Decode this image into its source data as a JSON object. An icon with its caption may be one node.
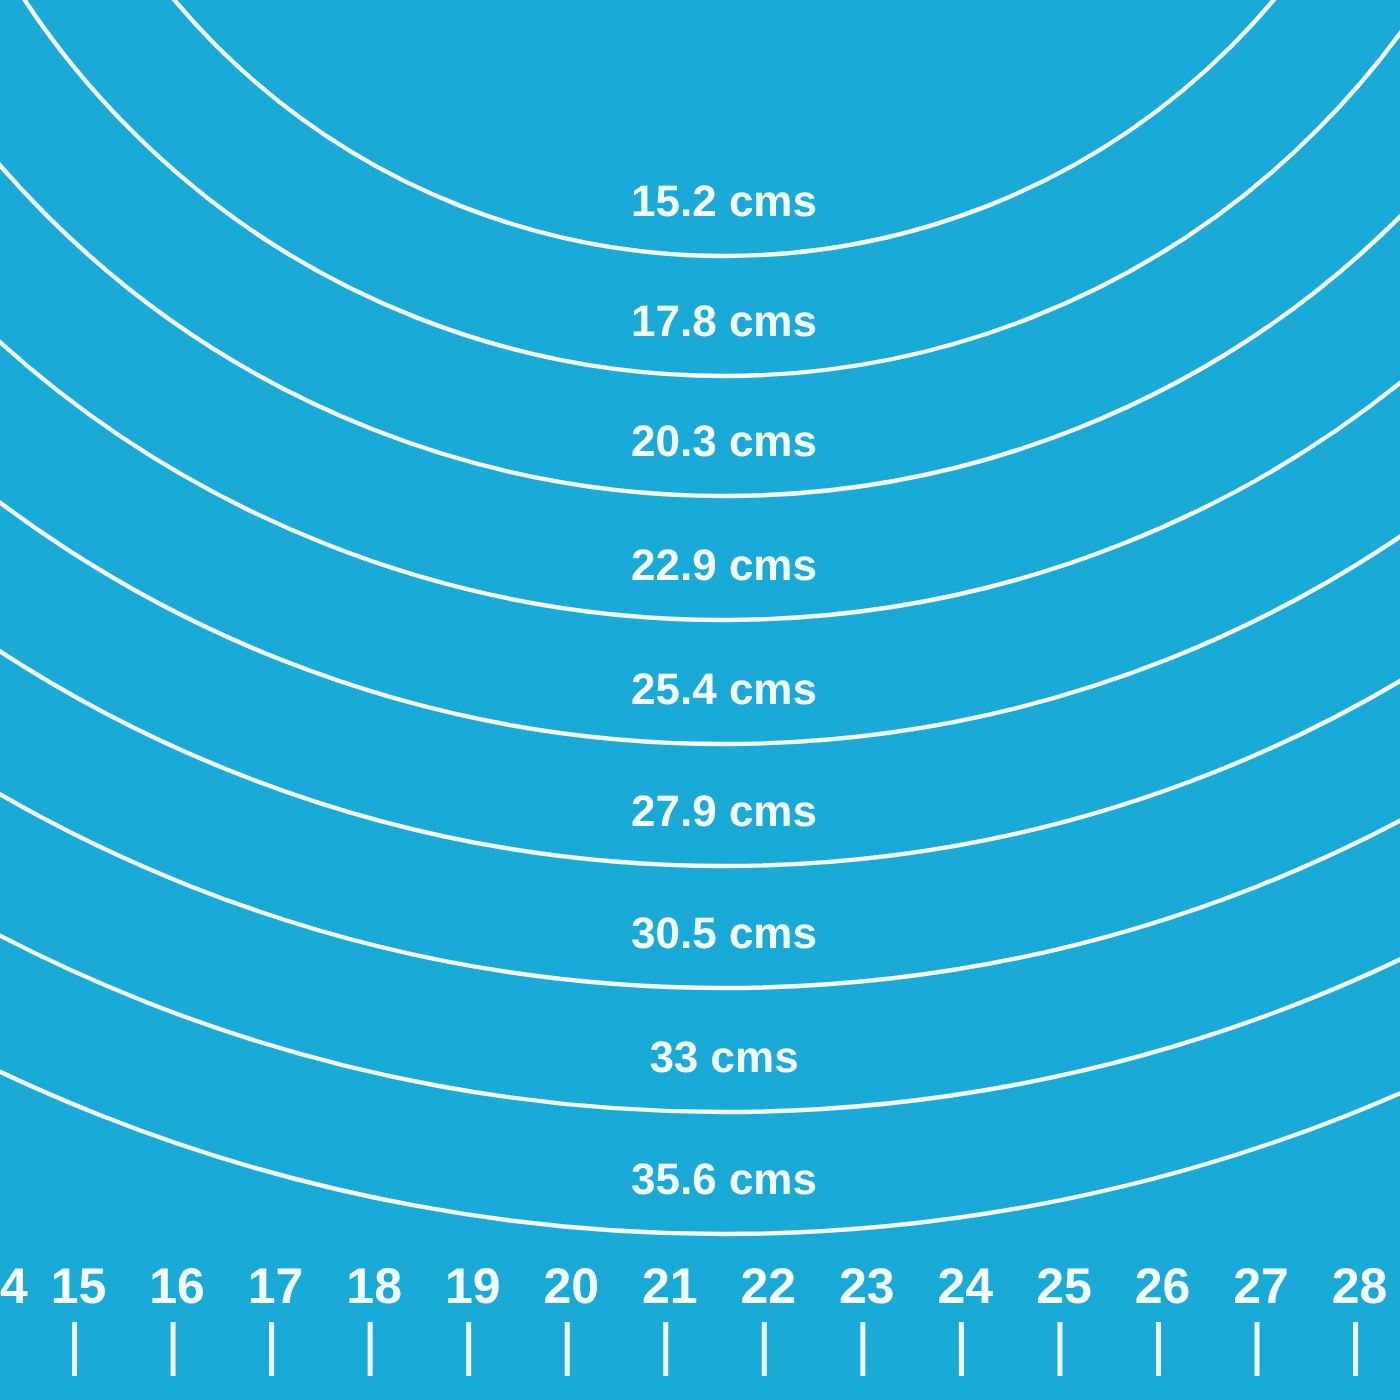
{
  "diagram": {
    "labels": [
      "15.2 cms",
      "17.8 cms",
      "20.3 cms",
      "22.9 cms",
      "25.4 cms",
      "27.9 cms",
      "30.5 cms",
      "33 cms",
      "35.6 cms",
      "4",
      "15",
      "16",
      "17",
      "18",
      "19",
      "20",
      "21",
      "22",
      "23",
      "24",
      "25",
      "26",
      "27",
      "28"
    ]
  }
}
